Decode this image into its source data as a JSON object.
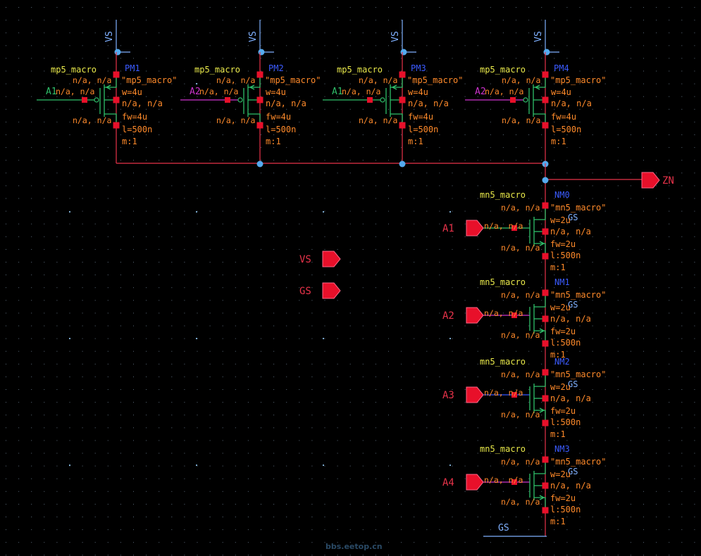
{
  "colors": {
    "background": "#000000",
    "wire": "#e8334a",
    "device": "#2fbf6a",
    "gate_wire_pm": "#2fbf6a",
    "gate_wire_magenta": "#cc33cc",
    "gate_wire_blue": "#3355ff",
    "cell_name": "#e8e84a",
    "instance_name": "#3b5bff",
    "param_text": "#ff8a2a",
    "pin_label": "#e8334a",
    "vs_text": "#7fb0ff",
    "junction": "#55aaee",
    "pin_square": "#e8102a",
    "grid_dot": "#5a6a7a",
    "watermark": "#2a4a66"
  },
  "pmos_devices": [
    {
      "cell": "mp5_macro",
      "instance": "PM1",
      "model": "\"mp5_macro\"",
      "gate_label": "A1",
      "gate_color": "gate_wire_pm",
      "params": [
        "w=4u",
        "n/a, n/a",
        "fw=4u",
        "l=500n",
        "m:1"
      ],
      "na_left": "n/a, n/a",
      "na_top": "n/a, n/a",
      "na_bot": "n/a, n/a",
      "supply": "VS"
    },
    {
      "cell": "mp5_macro",
      "instance": "PM2",
      "model": "\"mp5_macro\"",
      "gate_label": "A2",
      "gate_color": "gate_wire_magenta",
      "params": [
        "w=4u",
        "n/a, n/a",
        "fw=4u",
        "l=500n",
        "m:1"
      ],
      "na_left": "n/a, n/a",
      "na_top": "n/a, n/a",
      "na_bot": "n/a, n/a",
      "supply": "VS"
    },
    {
      "cell": "mp5_macro",
      "instance": "PM3",
      "model": "\"mp5_macro\"",
      "gate_label": "A1",
      "gate_color": "gate_wire_pm",
      "params": [
        "w=4u",
        "n/a, n/a",
        "fw=4u",
        "l=500n",
        "m:1"
      ],
      "na_left": "n/a, n/a",
      "na_top": "n/a, n/a",
      "na_bot": "n/a, n/a",
      "supply": "VS"
    },
    {
      "cell": "mp5_macro",
      "instance": "PM4",
      "model": "\"mp5_macro\"",
      "gate_label": "A2",
      "gate_color": "gate_wire_magenta",
      "params": [
        "w=4u",
        "n/a, n/a",
        "fw=4u",
        "l=500n",
        "m:1"
      ],
      "na_left": "n/a, n/a",
      "na_top": "n/a, n/a",
      "na_bot": "n/a, n/a",
      "supply": "VS"
    }
  ],
  "nmos_devices": [
    {
      "cell": "mn5_macro",
      "instance": "NM0",
      "model": "\"mn5_macro\"",
      "pin": "A1",
      "gate_color": "gate_wire_pm",
      "params": [
        "w=2u",
        "n/a, n/a",
        "fw=2u",
        "l:500n",
        "m:1"
      ],
      "na_left": "n/a, n/a",
      "na_top": "n/a, n/a",
      "na_bot": "n/a, n/a",
      "body": "GS"
    },
    {
      "cell": "mn5_macro",
      "instance": "NM1",
      "model": "\"mn5_macro\"",
      "pin": "A2",
      "gate_color": "gate_wire_magenta",
      "params": [
        "w=2u",
        "n/a, n/a",
        "fw=2u",
        "l:500n",
        "m:1"
      ],
      "na_left": "n/a, n/a",
      "na_top": "n/a, n/a",
      "na_bot": "n/a, n/a",
      "body": "GS"
    },
    {
      "cell": "mn5_macro",
      "instance": "NM2",
      "model": "\"mn5_macro\"",
      "pin": "A3",
      "gate_color": "gate_wire_blue",
      "params": [
        "w=2u",
        "n/a, n/a",
        "fw=2u",
        "l:500n",
        "m:1"
      ],
      "na_left": "n/a, n/a",
      "na_top": "n/a, n/a",
      "na_bot": "n/a, n/a",
      "body": "GS"
    },
    {
      "cell": "mn5_macro",
      "instance": "NM3",
      "model": "\"mn5_macro\"",
      "pin": "A4",
      "gate_color": "gate_wire_magenta",
      "params": [
        "w=2u",
        "n/a, n/a",
        "fw=2u",
        "l:500n",
        "m:1"
      ],
      "na_left": "n/a, n/a",
      "na_top": "n/a, n/a",
      "na_bot": "n/a, n/a",
      "body": "GS"
    }
  ],
  "pins": {
    "output": "ZN",
    "supply_pins": [
      "VS",
      "GS"
    ]
  },
  "ground_label": "GS",
  "watermark": "bbs.eetop.cn"
}
